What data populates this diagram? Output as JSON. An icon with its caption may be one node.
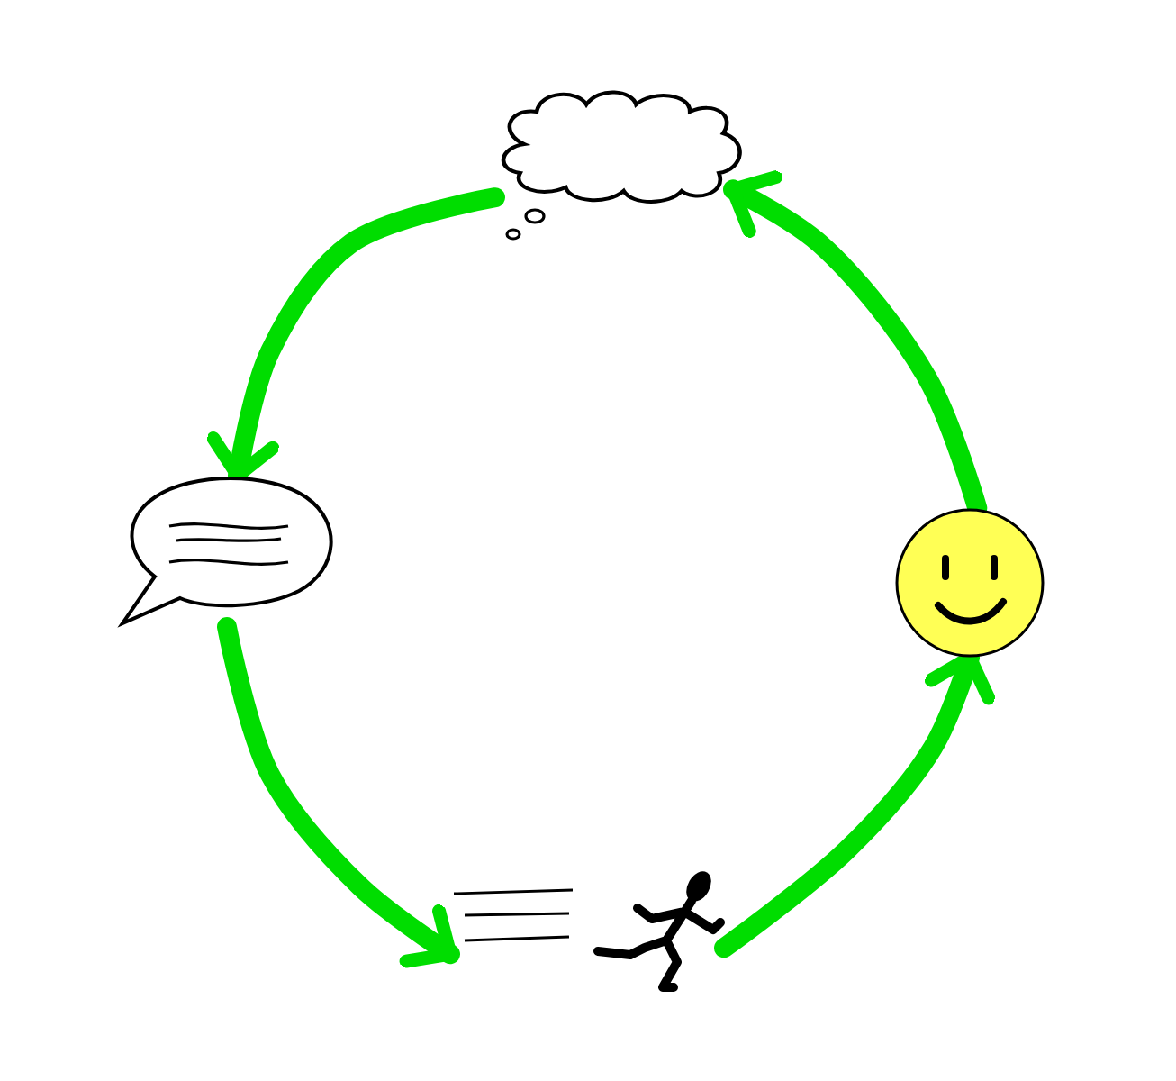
{
  "diagram": {
    "nodes": [
      {
        "text": [],
        "shape": "cloud"
      },
      {
        "text": [],
        "shape": "bubble"
      },
      {
        "text": [],
        "shape": "person"
      },
      {
        "text": [],
        "shape": "circle"
      }
    ],
    "edges": [
      {
        "from": 0,
        "to": 1,
        "arrow": "to"
      },
      {
        "from": 1,
        "to": 2,
        "arrow": "to"
      },
      {
        "from": 2,
        "to": 3,
        "arrow": "to"
      },
      {
        "from": 3,
        "to": 0,
        "arrow": "to"
      }
    ]
  }
}
